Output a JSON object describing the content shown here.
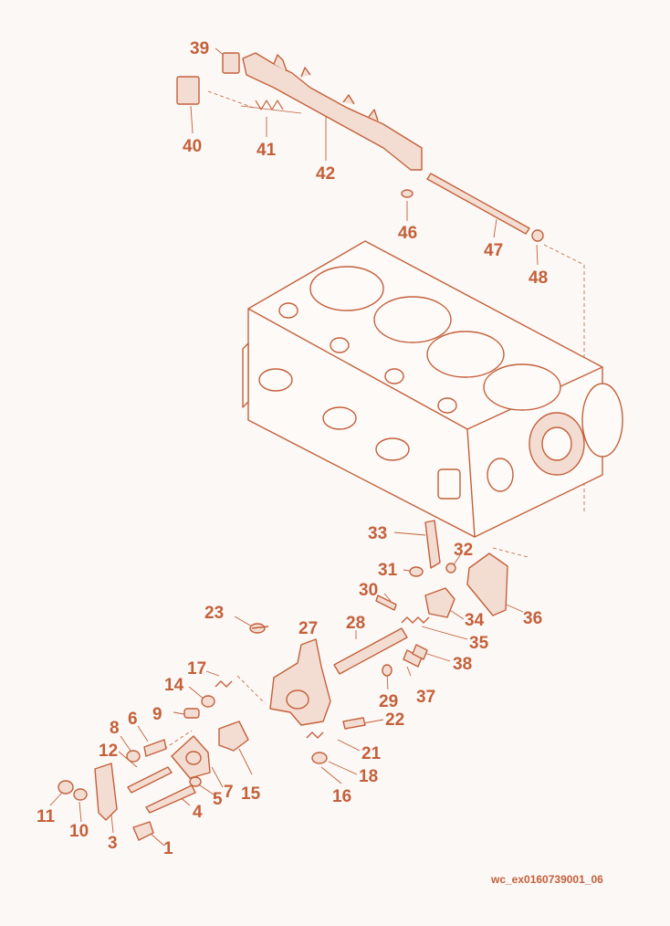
{
  "figure_ref": "wc_ex0160739001_06",
  "colors": {
    "line": "#c4603a",
    "fill": "#f3ddd2",
    "bg": "#fbf8f6"
  },
  "callouts": [
    "1",
    "3",
    "4",
    "5",
    "6",
    "7",
    "8",
    "9",
    "10",
    "11",
    "12",
    "14",
    "15",
    "16",
    "17",
    "18",
    "21",
    "22",
    "23",
    "27",
    "28",
    "29",
    "30",
    "31",
    "32",
    "33",
    "34",
    "35",
    "36",
    "37",
    "38",
    "39",
    "40",
    "41",
    "42",
    "46",
    "47",
    "48"
  ]
}
